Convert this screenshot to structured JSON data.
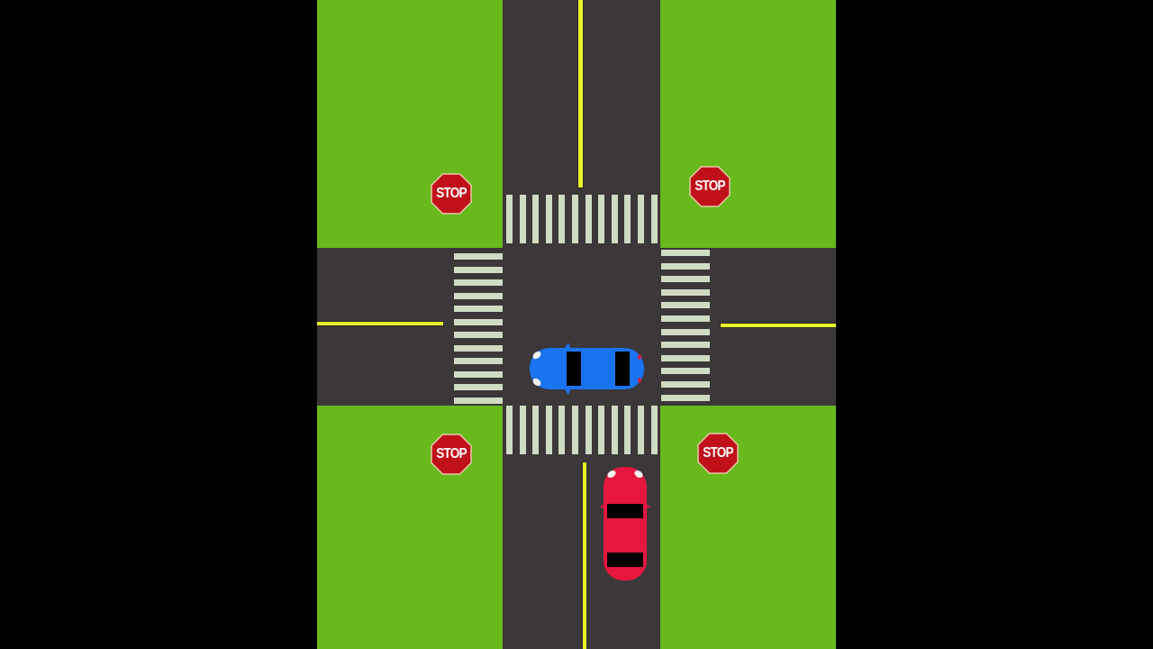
{
  "scene": {
    "title": "Four-way stop intersection",
    "colors": {
      "background": "#000000",
      "grass": "#67b91c",
      "asphalt": "#3c3739",
      "lane_line": "#e8f52a",
      "crosswalk": "#cfdbc3",
      "stop_sign": "#c0111b",
      "car_blue": "#1a73f0",
      "car_red": "#e5173f"
    }
  },
  "stop_signs": [
    {
      "label": "STOP",
      "position": "top-left"
    },
    {
      "label": "STOP",
      "position": "top-right"
    },
    {
      "label": "STOP",
      "position": "bottom-left"
    },
    {
      "label": "STOP",
      "position": "bottom-right"
    }
  ],
  "vehicles": [
    {
      "name": "blue-car",
      "color": "blue",
      "heading": "west",
      "location": "in intersection"
    },
    {
      "name": "red-car",
      "color": "red",
      "heading": "north",
      "location": "south approach, stopped at crosswalk"
    }
  ],
  "crosswalks": {
    "north": {
      "stripes": 12
    },
    "south": {
      "stripes": 12
    },
    "west": {
      "stripes": 12
    },
    "east": {
      "stripes": 12
    }
  }
}
